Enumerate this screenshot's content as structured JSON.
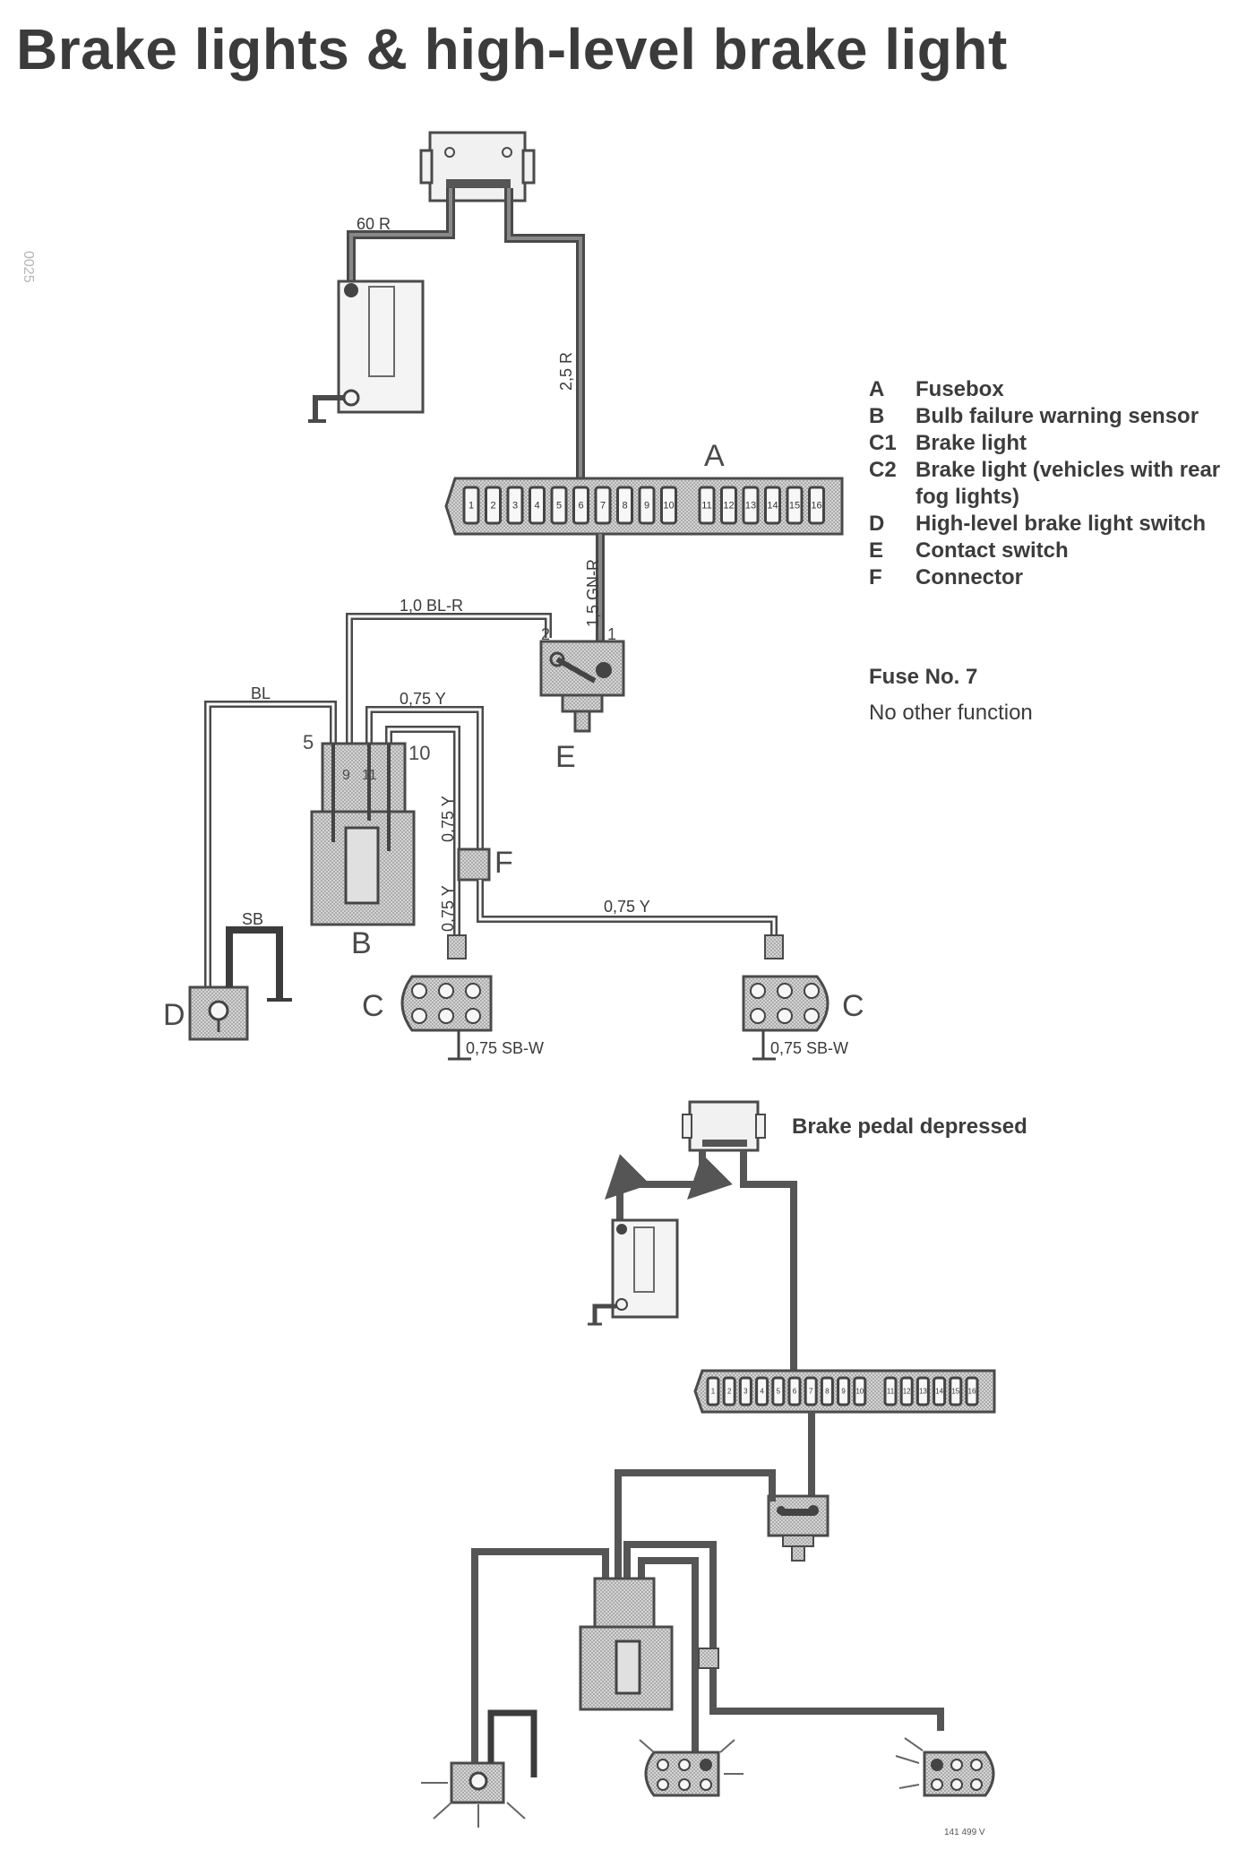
{
  "title": "Brake lights & high-level brake light",
  "side_code": "0025",
  "legend": [
    {
      "key": "A",
      "label": "Fusebox"
    },
    {
      "key": "B",
      "label": "Bulb failure warning sensor"
    },
    {
      "key": "C1",
      "label": "Brake light"
    },
    {
      "key": "C2",
      "label": "Brake light (vehicles with rear fog lights)"
    },
    {
      "key": "D",
      "label": "High-level brake light switch"
    },
    {
      "key": "E",
      "label": "Contact switch"
    },
    {
      "key": "F",
      "label": "Connector"
    }
  ],
  "fuse_note": {
    "heading": "Fuse No. 7",
    "text": "No other function"
  },
  "labels": {
    "A": "A",
    "B": "B",
    "C": "C",
    "D": "D",
    "E": "E",
    "F": "F",
    "pin5": "5",
    "pin10": "10",
    "pin9": "9",
    "pin11": "11",
    "pin1": "1",
    "pin2": "2"
  },
  "wires": {
    "w60r": "60 R",
    "w25r": "2,5 R",
    "w15gnr": "1,5 GN-R",
    "w10blr": "1,0 BL-R",
    "wbl": "BL",
    "wsb": "SB",
    "w075y": "0,75 Y",
    "w075sbw": "0,75 SB-W"
  },
  "fuses": [
    "1",
    "2",
    "3",
    "4",
    "5",
    "6",
    "7",
    "8",
    "9",
    "10",
    "11",
    "12",
    "13",
    "14",
    "15",
    "16"
  ],
  "pedal_caption": "Brake pedal depressed",
  "footer_code": "141 499 V"
}
